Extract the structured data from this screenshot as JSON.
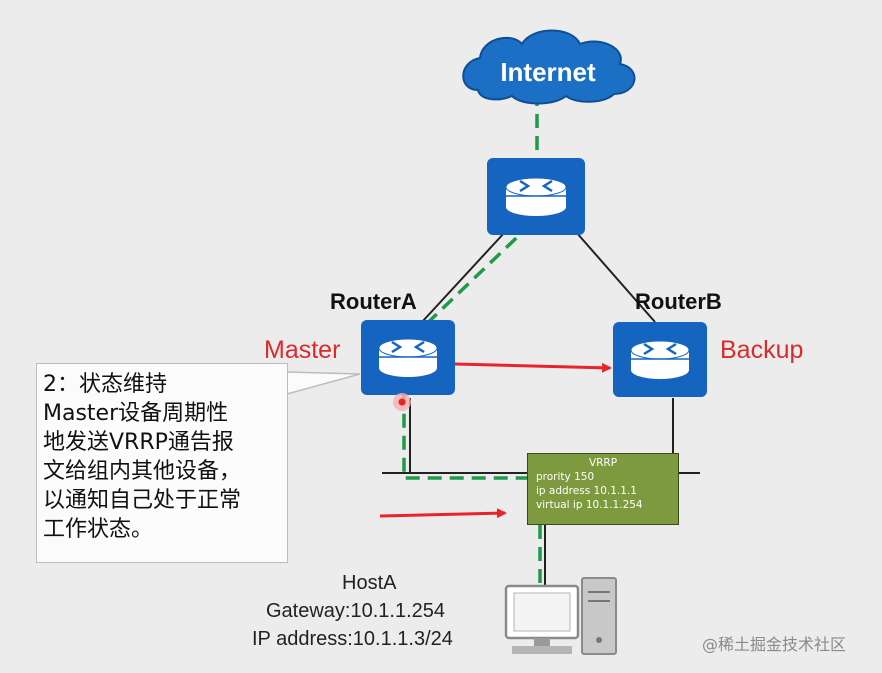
{
  "cloud": {
    "label": "Internet"
  },
  "routers": {
    "top": {
      "name": ""
    },
    "a": {
      "name": "RouterA",
      "role": "Master"
    },
    "b": {
      "name": "RouterB",
      "role": "Backup"
    }
  },
  "callout": {
    "lines": [
      "2：状态维持",
      "Master设备周期性",
      "地发送VRRP通告报",
      "文给组内其他设备，",
      "以通知自己处于正常",
      "工作状态。"
    ]
  },
  "vrrp_box": {
    "title": "VRRP",
    "priority": "prority 150",
    "ip": "ip address 10.1.1.1",
    "virtual_ip": "virtual ip 10.1.1.254"
  },
  "host": {
    "name": "HostA",
    "gateway": "Gateway:10.1.1.254",
    "ip": "IP address:10.1.1.3/24"
  },
  "watermark": "@稀土掘金技术社区",
  "colors": {
    "router_blue": "#1565c0",
    "cloud_blue": "#1b6fc4",
    "flow_green": "#1f9a4a",
    "arrow_red": "#e8242a",
    "role_red": "#d92b2b",
    "vrrp_green": "#7d9a3e"
  }
}
